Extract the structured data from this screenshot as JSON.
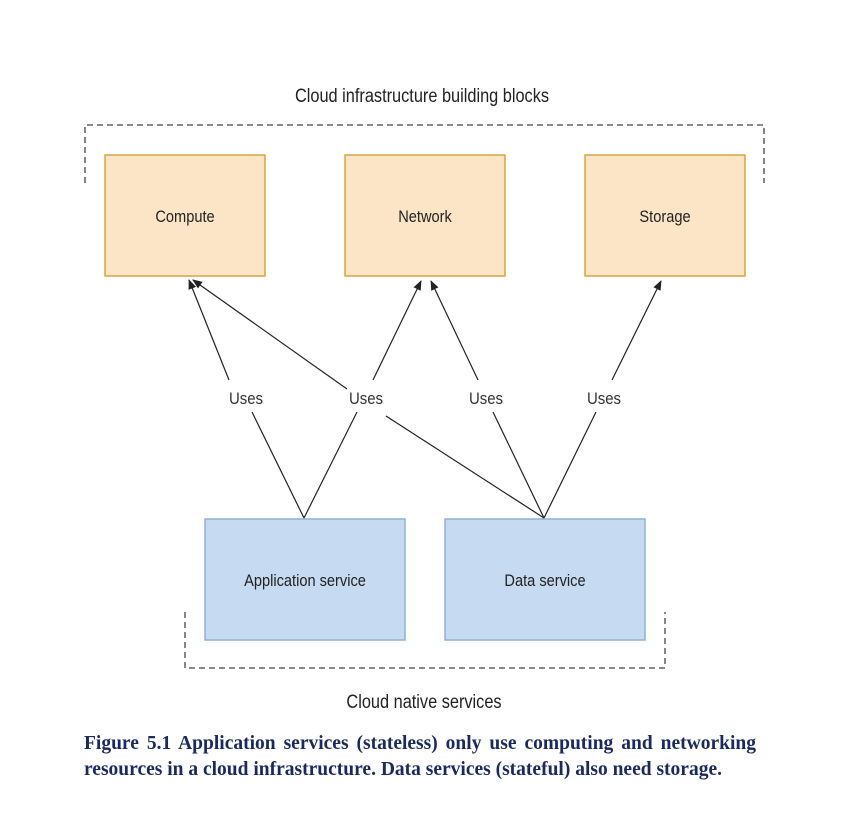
{
  "diagram": {
    "top_group_label": "Cloud infrastructure building blocks",
    "bottom_group_label": "Cloud native services",
    "colors": {
      "infrastructure_fill": "#fce4c6",
      "infrastructure_stroke": "#d9a441",
      "service_fill": "#c6dbf1",
      "service_stroke": "#8fb0d6",
      "line": "#222222",
      "caption": "#1a2a5e"
    },
    "infrastructure": [
      {
        "label": "Compute"
      },
      {
        "label": "Network"
      },
      {
        "label": "Storage"
      }
    ],
    "services": [
      {
        "label": "Application service"
      },
      {
        "label": "Data service"
      }
    ],
    "edge_labels": [
      "Uses",
      "Uses",
      "Uses",
      "Uses"
    ]
  },
  "caption": "Figure 5.1 Application services (stateless) only use computing and networking resources in a cloud infrastructure. Data services (stateful) also need storage."
}
